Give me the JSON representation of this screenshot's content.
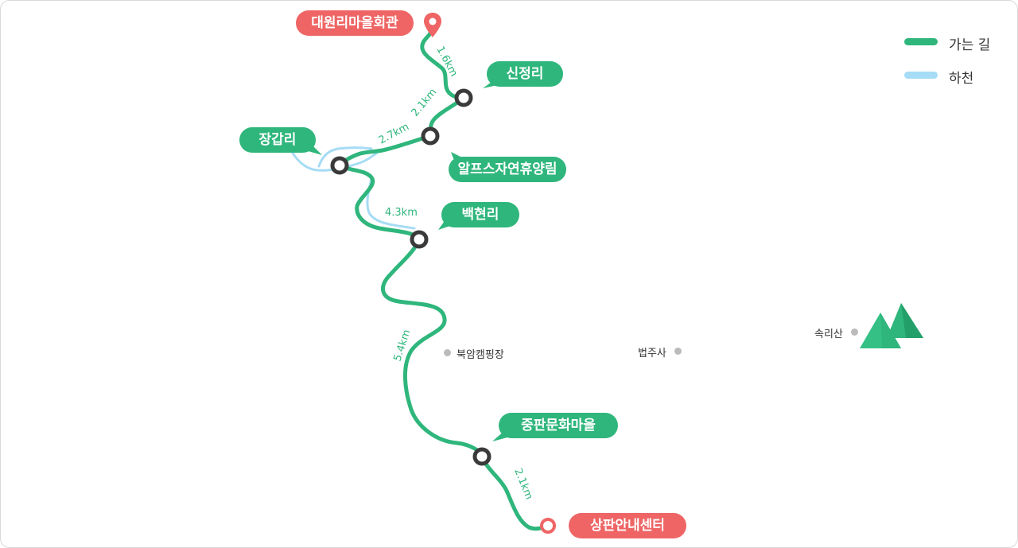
{
  "colors": {
    "route": "#2fb67c",
    "river": "#a6dcf5",
    "start_end": "#ef6565",
    "node": "#3a3a3a"
  },
  "legend": {
    "route_label": "가는 길",
    "river_label": "하천"
  },
  "places": {
    "start": "대원리마을회관",
    "sinjeong": "신정리",
    "alps": "알프스자연휴양림",
    "janggap": "장갑리",
    "baekhyeon": "백현리",
    "jungpan": "중판문화마을",
    "end": "상판안내센터"
  },
  "distances": {
    "d1": "1.6km",
    "d2": "2.1km",
    "d3": "2.7km",
    "d4": "4.3km",
    "d5": "5.4km",
    "d6": "2.1km"
  },
  "landmarks": {
    "camping": "북암캠핑장",
    "temple": "법주사",
    "mountain": "속리산"
  },
  "icons": {
    "start_marker": "location-pin-icon",
    "end_marker": "location-ring-icon",
    "mountain": "mountain-icon"
  }
}
